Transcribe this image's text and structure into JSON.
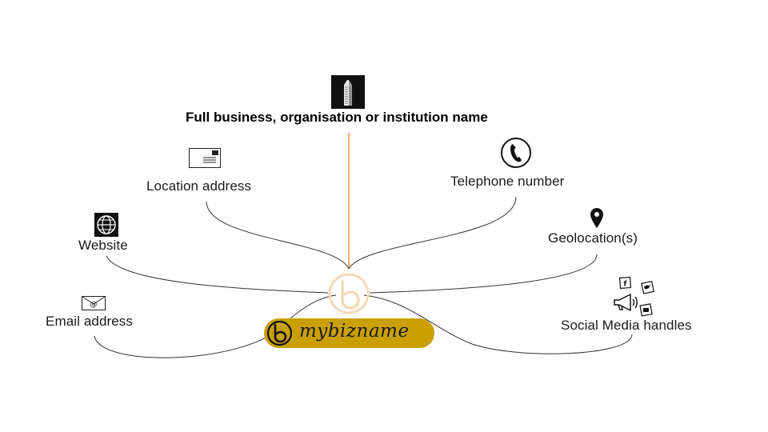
{
  "title": "Full business, organisation or institution name",
  "nodes": {
    "location": "Location address",
    "telephone": "Telephone number",
    "website": "Website",
    "geolocation": "Geolocation(s)",
    "email": "Email address",
    "social": "Social Media handles"
  },
  "brand": {
    "name": "mybizname",
    "pill_color": "#c9a000",
    "mark_color": "#f4d9b8"
  },
  "colors": {
    "trunk": "#e8891c",
    "branch": "#333333"
  },
  "icons": {
    "title": "building-icon",
    "location": "envelope-icon",
    "telephone": "phone-icon",
    "website": "globe-icon",
    "geolocation": "map-pin-icon",
    "email": "email-icon",
    "social": "megaphone-icon"
  }
}
